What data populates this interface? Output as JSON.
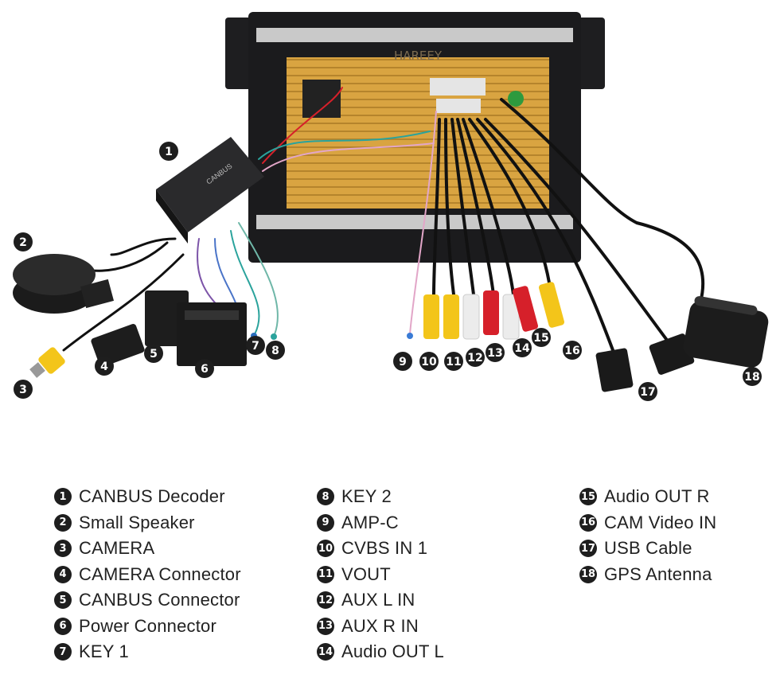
{
  "brand": "HAREEY",
  "decoder_label": "CANBUS",
  "callouts": [
    {
      "num": "1"
    },
    {
      "num": "2"
    },
    {
      "num": "3"
    },
    {
      "num": "4"
    },
    {
      "num": "5"
    },
    {
      "num": "6"
    },
    {
      "num": "7"
    },
    {
      "num": "8"
    },
    {
      "num": "9"
    },
    {
      "num": "10"
    },
    {
      "num": "11"
    },
    {
      "num": "12"
    },
    {
      "num": "13"
    },
    {
      "num": "14"
    },
    {
      "num": "15"
    },
    {
      "num": "16"
    },
    {
      "num": "17"
    },
    {
      "num": "18"
    }
  ],
  "legend": {
    "col1": [
      {
        "num": "1",
        "label": "CANBUS Decoder"
      },
      {
        "num": "2",
        "label": "Small Speaker"
      },
      {
        "num": "3",
        "label": "CAMERA"
      },
      {
        "num": "4",
        "label": "CAMERA Connector"
      },
      {
        "num": "5",
        "label": "CANBUS Connector"
      },
      {
        "num": "6",
        "label": "Power Connector"
      },
      {
        "num": "7",
        "label": "KEY 1"
      }
    ],
    "col2": [
      {
        "num": "8",
        "label": "KEY 2"
      },
      {
        "num": "9",
        "label": "AMP-C"
      },
      {
        "num": "10",
        "label": "CVBS IN 1"
      },
      {
        "num": "11",
        "label": "VOUT"
      },
      {
        "num": "12",
        "label": "AUX L IN"
      },
      {
        "num": "13",
        "label": "AUX R IN"
      },
      {
        "num": "14",
        "label": "Audio OUT L"
      }
    ],
    "col3": [
      {
        "num": "15",
        "label": "Audio OUT R"
      },
      {
        "num": "16",
        "label": "CAM Video IN"
      },
      {
        "num": "17",
        "label": "USB Cable"
      },
      {
        "num": "18",
        "label": "GPS Antenna"
      }
    ]
  },
  "colors": {
    "rca_yellow": "#f3c51a",
    "rca_red": "#d6202a",
    "rca_white": "#ececec",
    "chassis": "#1b1b1d",
    "board": "#d9a441"
  }
}
